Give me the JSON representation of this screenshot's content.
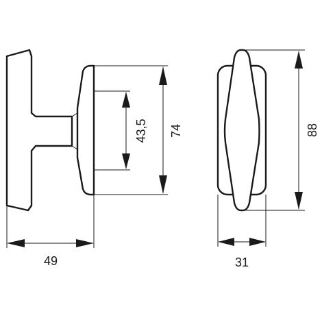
{
  "drawing": {
    "dimensions": {
      "inner_height": "43,5",
      "outer_height": "74",
      "total_height": "88",
      "side_depth": "49",
      "front_width": "31"
    }
  }
}
